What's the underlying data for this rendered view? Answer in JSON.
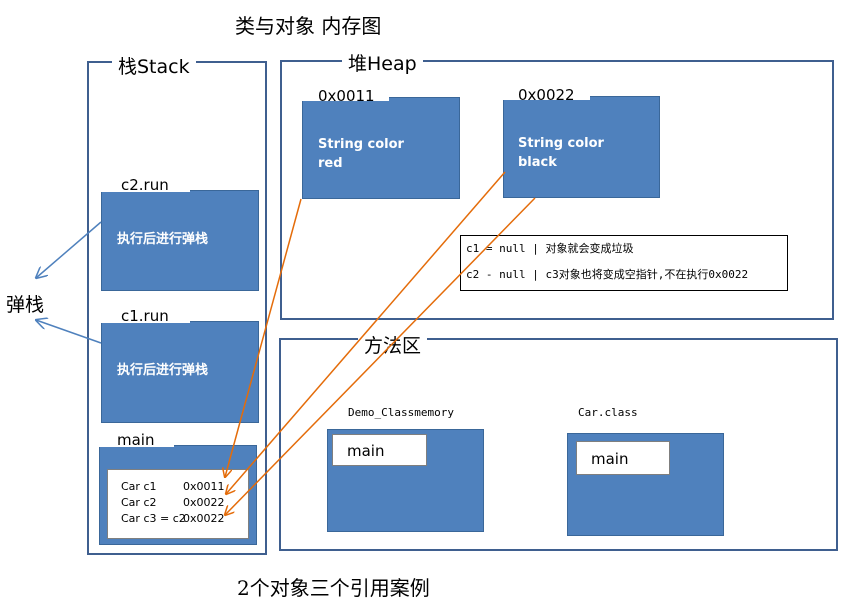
{
  "title": "类与对象 内存图",
  "footer": "2个对象三个引用案例",
  "stack": {
    "label": "栈Stack",
    "frames": [
      {
        "tab": "c2.run",
        "text": "执行后进行弹栈"
      },
      {
        "tab": "c1.run",
        "text": "执行后进行弹栈"
      }
    ],
    "main": {
      "tab": "main",
      "rows": [
        {
          "name": "Car c1",
          "value": "0x0011"
        },
        {
          "name": "Car c2",
          "value": "0x0022"
        },
        {
          "name": "Car c3 = c2",
          "value": "0x0022"
        }
      ]
    }
  },
  "pop_label": "弹栈",
  "heap": {
    "label": "堆Heap",
    "objects": [
      {
        "address": "0x0011",
        "line1": "String color",
        "line2": "red"
      },
      {
        "address": "0x0022",
        "line1": "String color",
        "line2": "black"
      }
    ],
    "note": {
      "line1": "c1 = null | 对象就会变成垃圾",
      "line2": "c2 - null | c3对象也将变成空指针,不在执行0x0022"
    }
  },
  "method_area": {
    "label": "方法区",
    "classes": [
      {
        "name": "Demo_Classmemory",
        "method": "main"
      },
      {
        "name": "Car.class",
        "method": "main"
      }
    ]
  },
  "colors": {
    "box": "#4f81bd",
    "arrow_orange": "#e46c0a",
    "arrow_blue": "#4f81bd",
    "border": "#3f5f8f"
  }
}
